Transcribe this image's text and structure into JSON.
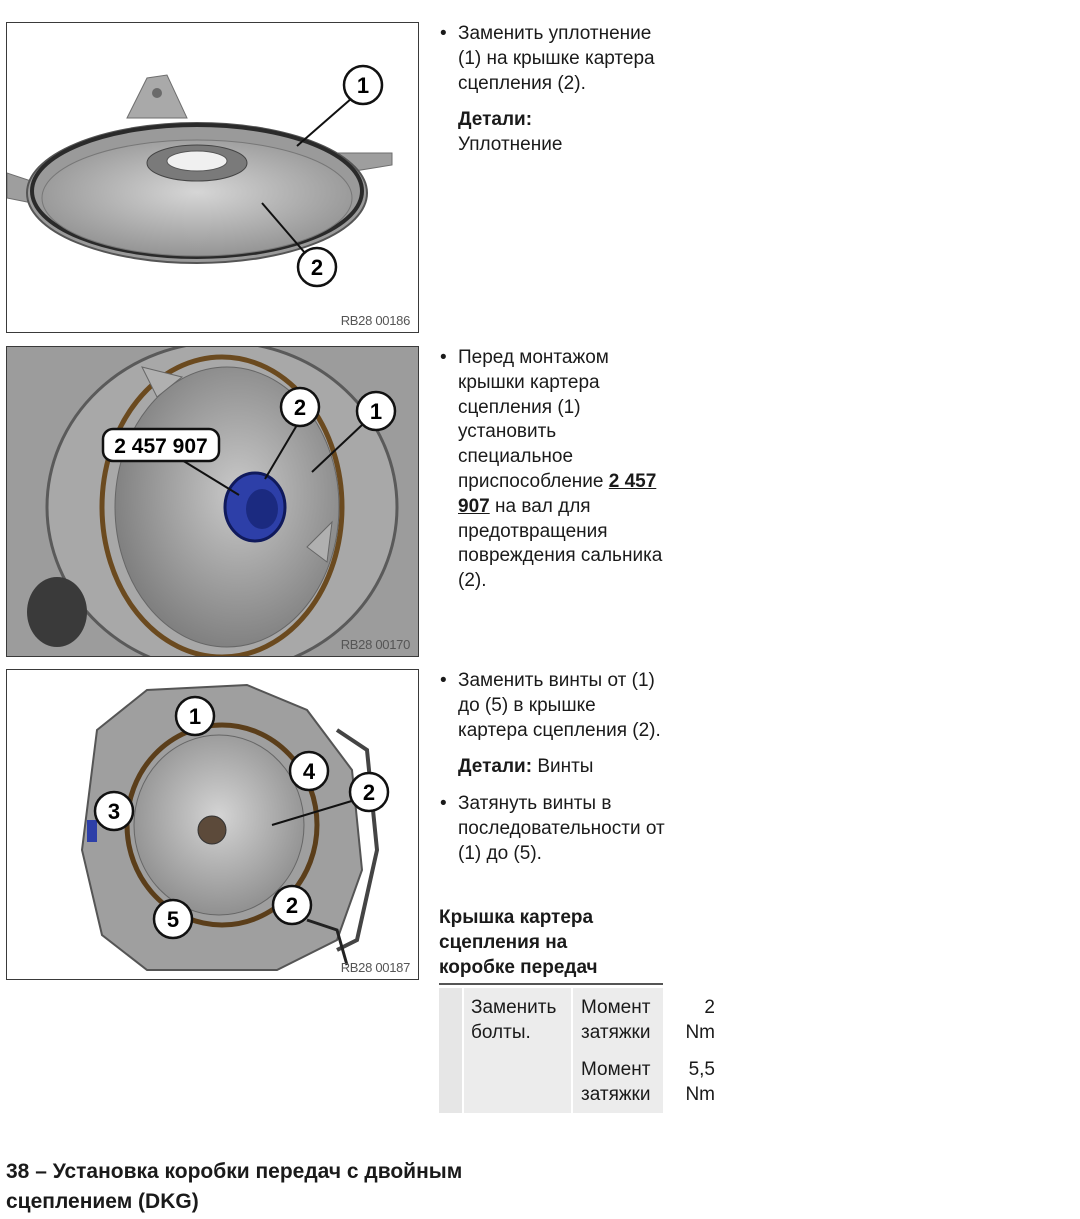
{
  "steps": [
    {
      "figure_code": "RB28 00186",
      "callouts": [
        "1",
        "2"
      ],
      "text": "Заменить уплотнение (1) на крышке картера сцепления (2).",
      "details_label": "Детали:",
      "details_value": "Уплотнение"
    },
    {
      "figure_code": "RB28 00170",
      "callouts": [
        "2",
        "1"
      ],
      "tool_label": "2 457 907",
      "text_before": "Перед монтажом крышки картера сцепления (1) установить специальное приспособление",
      "tool_link": "2 457 907",
      "text_after": "на вал для предотвращения повреждения сальника (2)."
    },
    {
      "figure_code": "RB28 00187",
      "callouts": [
        "1",
        "4",
        "3",
        "2",
        "5",
        "2"
      ],
      "text": "Заменить винты от (1) до (5) в крышке картера сцепления (2).",
      "details_label": "Детали:",
      "details_value": "Винты",
      "text2": "Затянуть винты в последовательности от (1) до (5)."
    }
  ],
  "torque_section": {
    "heading_lines": [
      "Крышка картера",
      "сцепления на",
      "коробке передач"
    ],
    "action_lines": [
      "Заменить",
      "болты."
    ],
    "rows": [
      {
        "label_lines": [
          "Момент",
          "затяжки"
        ],
        "value": "2",
        "unit": "Nm"
      },
      {
        "label_lines": [
          "Момент",
          "затяжки"
        ],
        "value": "5,5",
        "unit": "Nm"
      }
    ]
  },
  "chapter": {
    "line1": "38 – Установка коробки передач с двойным",
    "line2": "сцеплением (DKG)"
  },
  "colors": {
    "tool_blue": "#2d3fa8",
    "metal": "#b8b8b8",
    "text": "#1a1a1a"
  }
}
